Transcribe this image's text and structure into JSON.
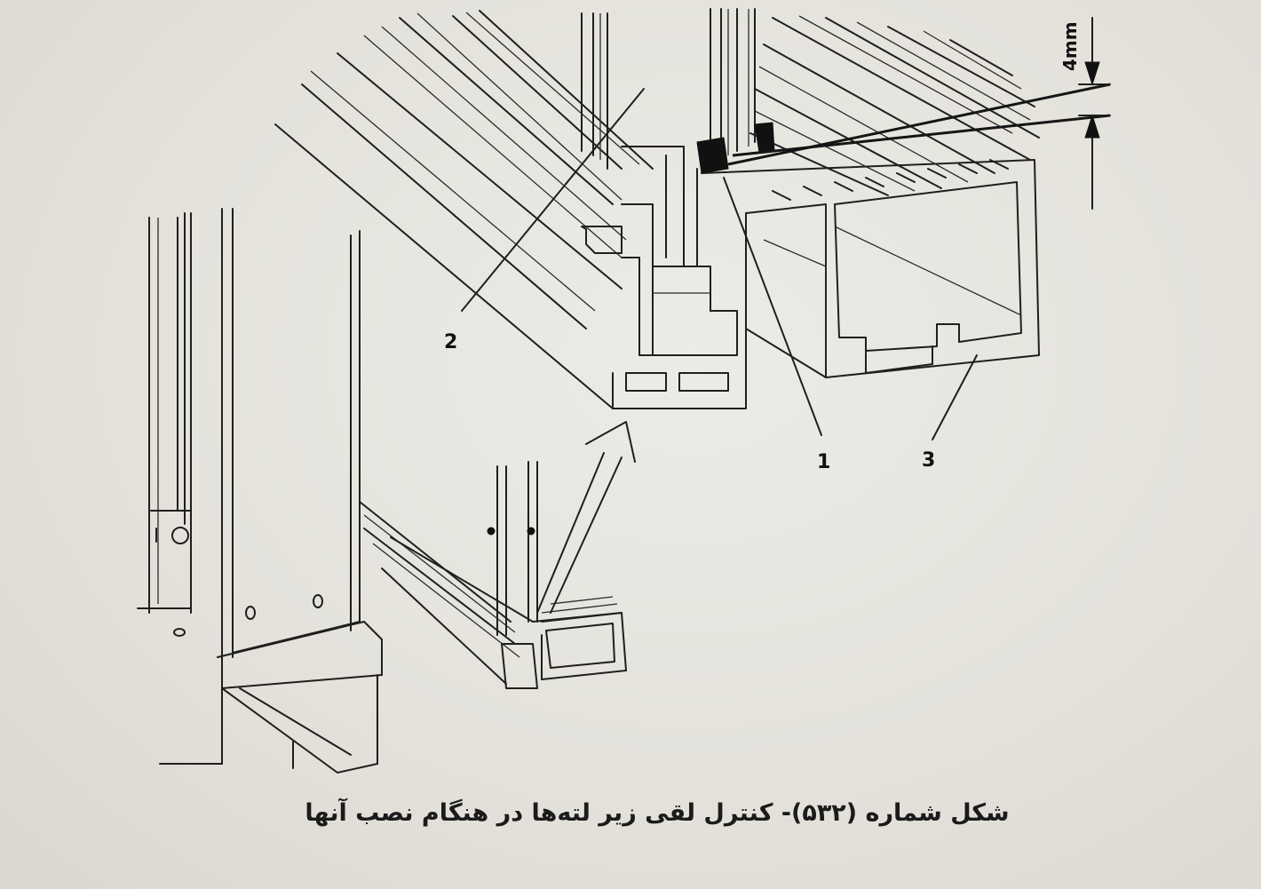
{
  "labels": {
    "part1": "1",
    "part2": "2",
    "part3": "3",
    "dimension": "4mm"
  },
  "caption": "شکل شماره (۵۳۲)- کنترل لقی زیر لته‌ها در هنگام نصب آنها"
}
